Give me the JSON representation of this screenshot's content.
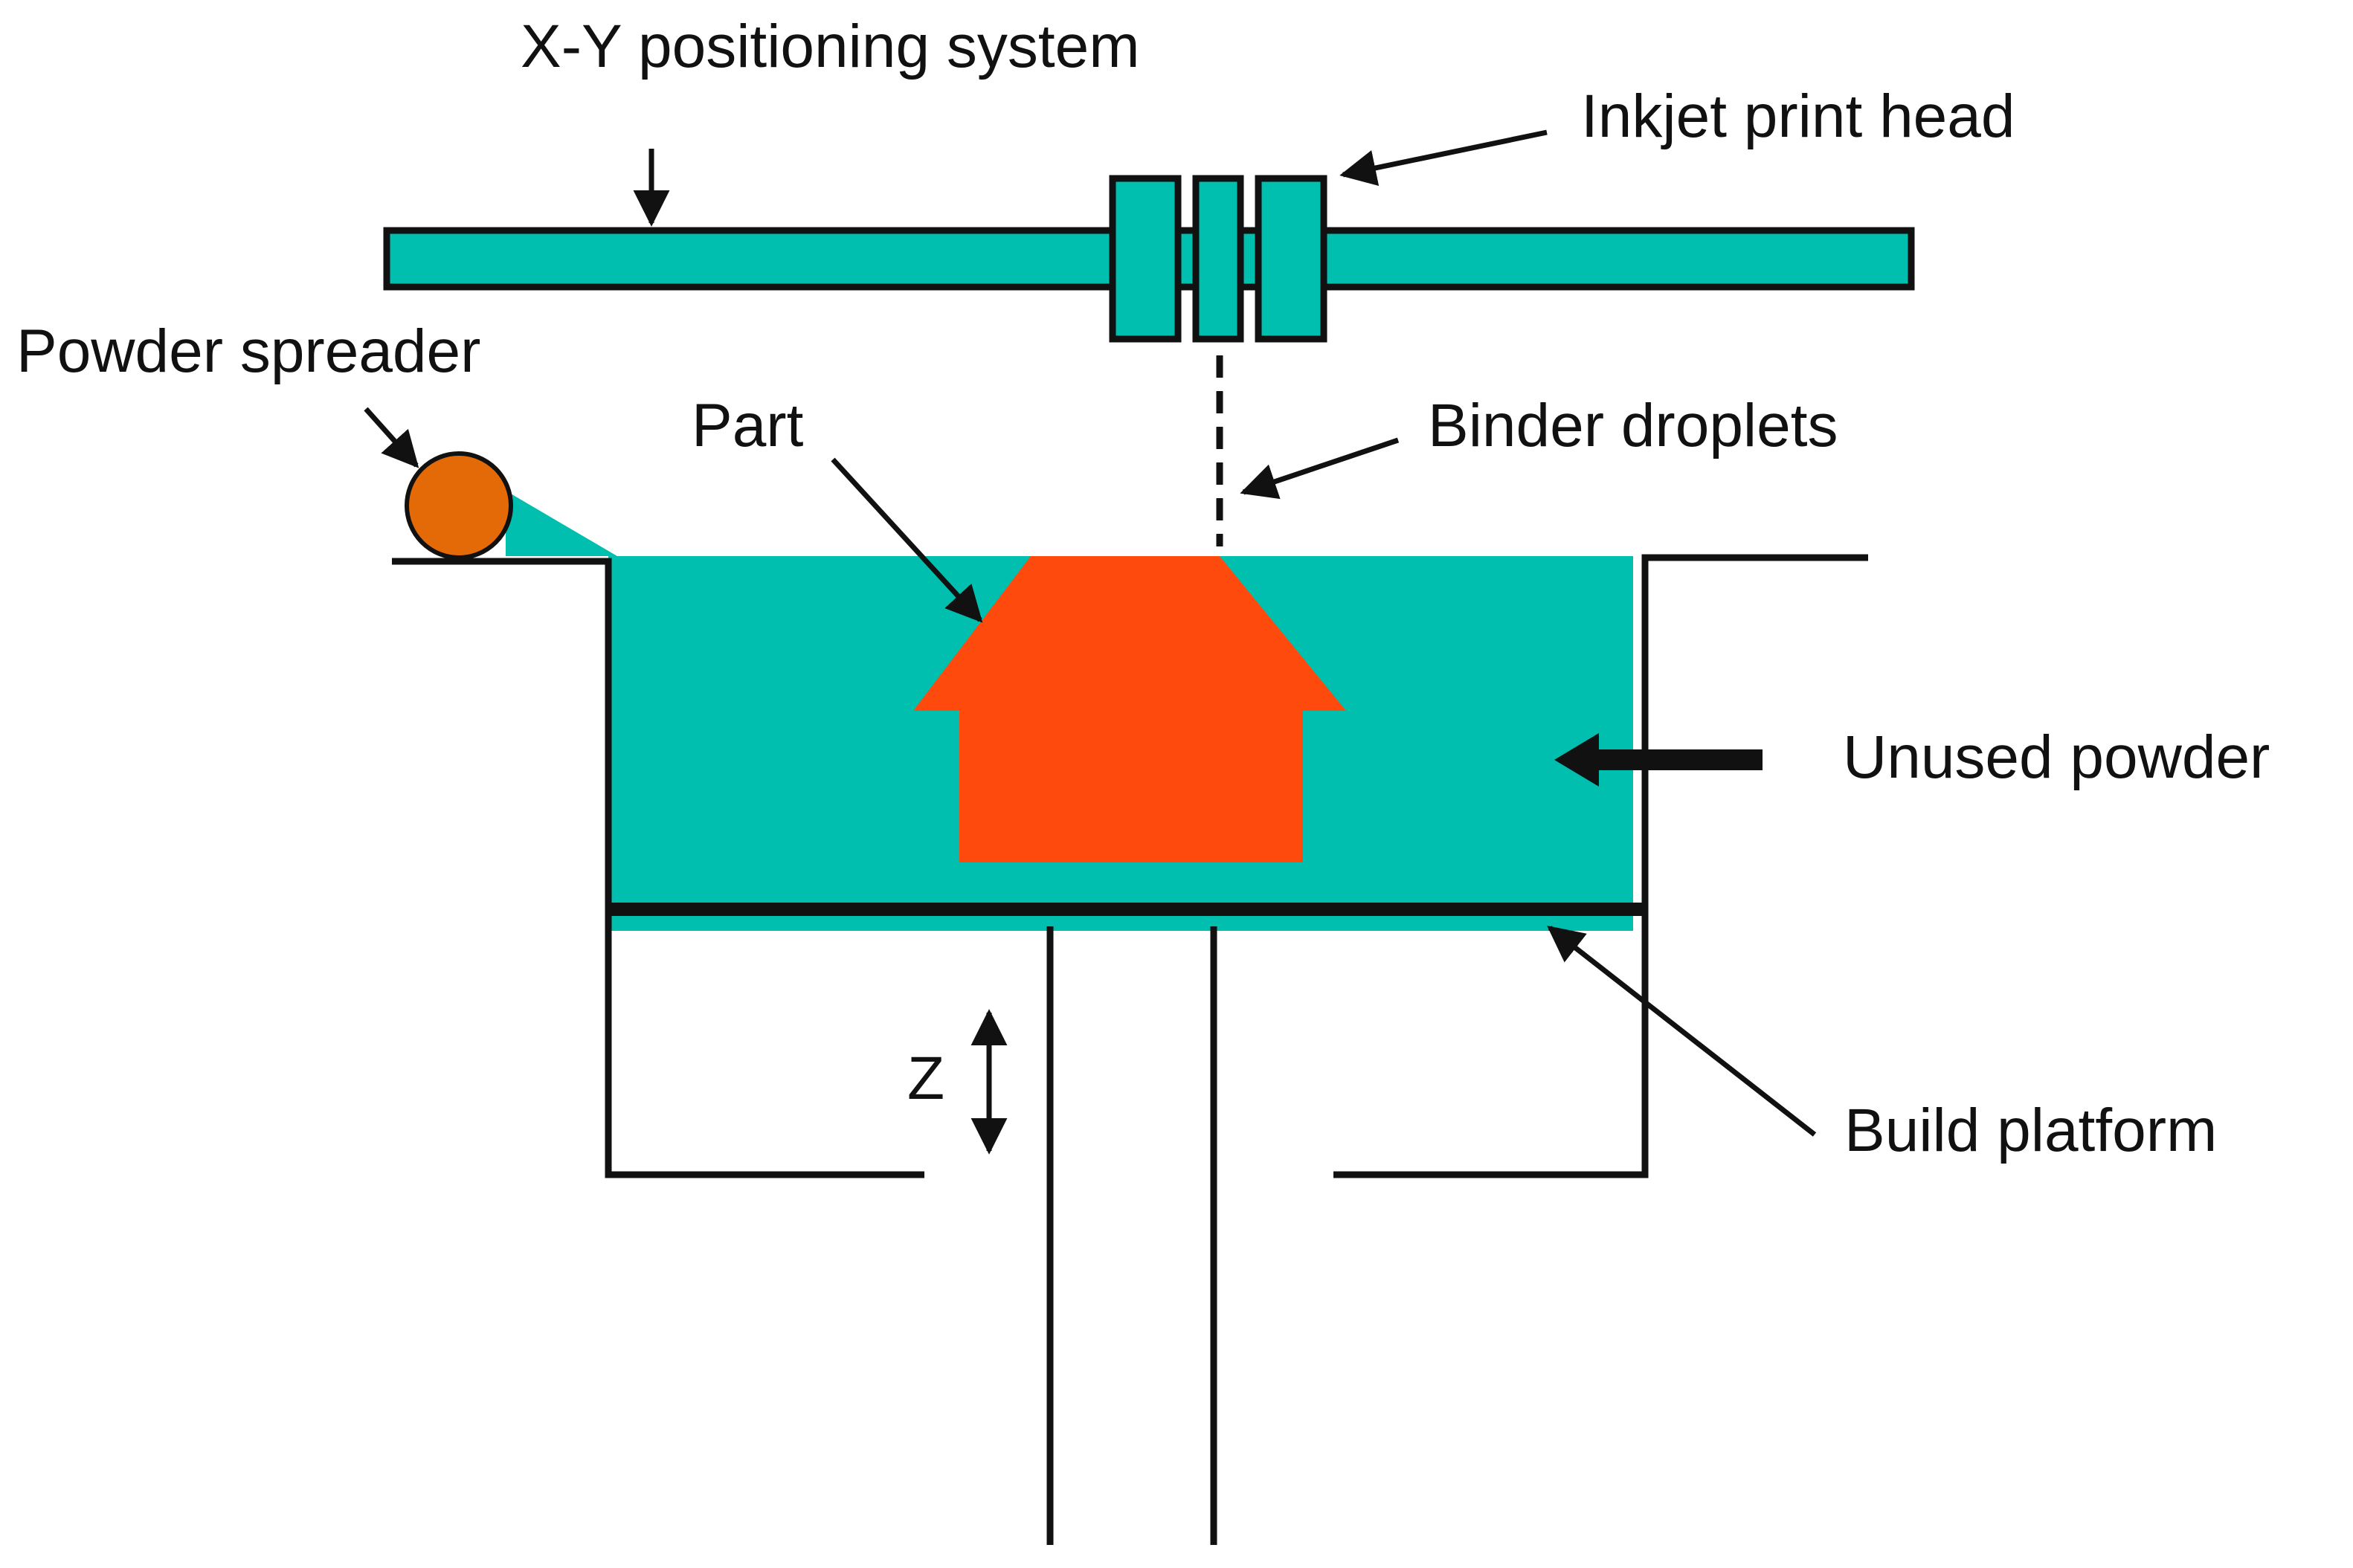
{
  "labels": {
    "xy_positioning_system": "X-Y positioning system",
    "inkjet_print_head": "Inkjet print head",
    "powder_spreader": "Powder spreader",
    "part": "Part",
    "binder_droplets": "Binder droplets",
    "unused_powder": "Unused powder",
    "z_axis": "Z",
    "build_platform": "Build platform"
  },
  "colors": {
    "powder": "#00BFAE",
    "part": "#FF4A0E",
    "spreader_roller": "#E36A07",
    "outline": "#111111",
    "background": "#FFFFFF"
  }
}
